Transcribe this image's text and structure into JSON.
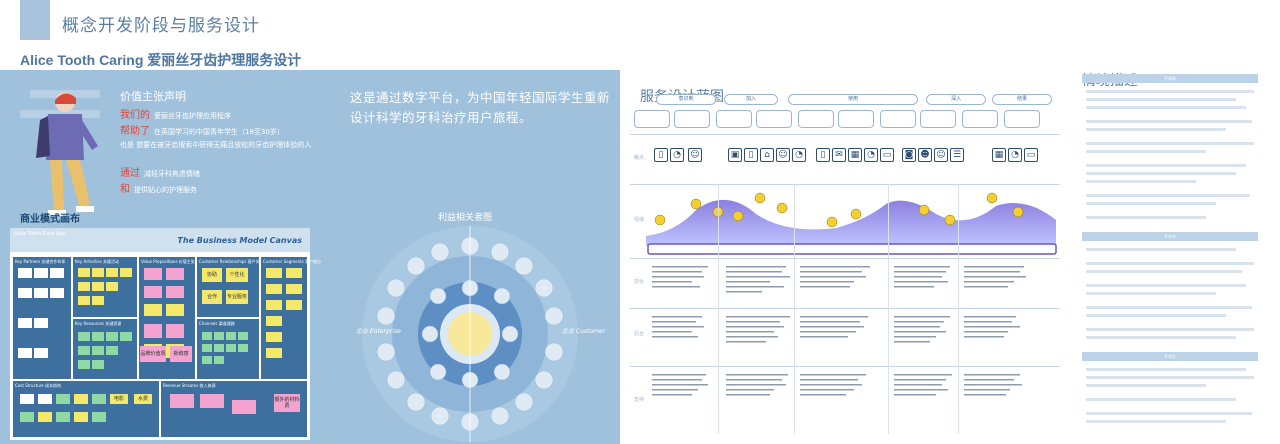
{
  "header": {
    "title": "概念开发阶段与服务设计"
  },
  "sections": {
    "main_title": "Alice Tooth Caring 爱丽丝牙齿护理服务设计",
    "blueprint_title": "服务设计蓝图",
    "scenario_title": "情境描述"
  },
  "value_prop": {
    "title": "价值主张声明",
    "lines": [
      {
        "hl": "我们的",
        "text": "爱丽丝牙齿护理应用程序"
      },
      {
        "hl": "帮助了",
        "text": "在英国学习的中国青年学生（18至30岁）"
      },
      {
        "hl": "",
        "text": "也是 想要在被牙齿搜索中获得无痛且放松的牙齿护理体验的人"
      },
      {
        "hl": "通过",
        "text": "减轻牙科焦虑情绪"
      },
      {
        "hl": "和",
        "text": "提供贴心的护理服务"
      }
    ]
  },
  "tagline": "这是通过数字平台，为中国年轻国际学生重新设计科学的牙科治疗用户旅程。",
  "bmc": {
    "label": "商业模式画布",
    "app": "Alice Tooth Care App",
    "title": "The Business Model Canvas",
    "cells": [
      "Key Partners 关键合作伙伴",
      "Key Activities 关键活动",
      "Value Propositions 价值主张",
      "Customer Relationships 客户关系",
      "Customer Segments 客户细分",
      "Key Resources 关键资源",
      "Channels 渠道通路",
      "Cost Structure 成本结构",
      "Revenue Streams 收入来源"
    ],
    "notes": [
      "协助",
      "个性化",
      "合作",
      "专业服务",
      "品牌价值观",
      "新鲜感",
      "额外的材料费",
      "电影",
      "水费"
    ]
  },
  "stakeholder": {
    "label": "利益相关者图",
    "left": "企业 Enterprise",
    "right": "企业 Customer"
  },
  "blueprint": {
    "stages": [
      "意识到",
      "加入",
      "使用",
      "深入",
      "结果"
    ],
    "lanes": [
      "情绪",
      "触点",
      "前台",
      "后台",
      "支持"
    ]
  },
  "scenario": {
    "heads": [
      "手术前",
      "手术中",
      "手术后"
    ]
  },
  "colors": {
    "panel": "#9fc1dc",
    "accent_red": "#e0443a",
    "dark_blue": "#1e4a74",
    "curve_fill": "#7b7fe0"
  }
}
